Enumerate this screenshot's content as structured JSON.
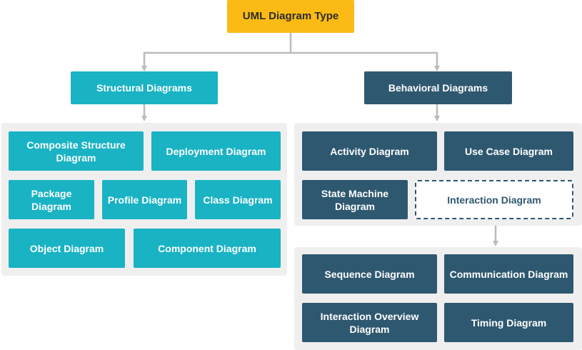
{
  "root": {
    "label": "UML Diagram Type"
  },
  "structural": {
    "label": "Structural Diagrams",
    "items": [
      "Composite Structure Diagram",
      "Deployment Diagram",
      "Package Diagram",
      "Profile Diagram",
      "Class Diagram",
      "Object Diagram",
      "Component Diagram"
    ]
  },
  "behavioral": {
    "label": "Behavioral Diagrams",
    "items": [
      "Activity Diagram",
      "Use Case Diagram",
      "State Machine Diagram",
      "Interaction Diagram"
    ]
  },
  "interaction": {
    "items": [
      "Sequence Diagram",
      "Communication Diagram",
      "Interaction Overview Diagram",
      "Timing Diagram"
    ]
  },
  "colors": {
    "root": "#fbbb14",
    "structural": "#19b3c4",
    "behavioral": "#2e5870",
    "panel": "#efefef",
    "connector": "#bbbbbb"
  }
}
